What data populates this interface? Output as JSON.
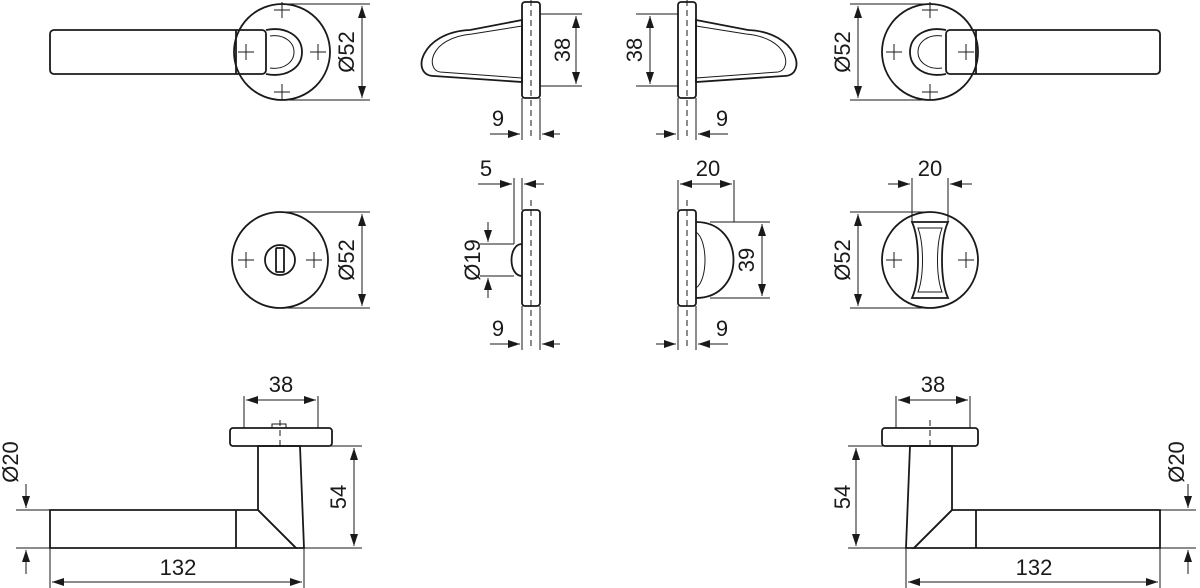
{
  "dimensions": {
    "rose_diameter_left": "Ø52",
    "lever_depth_left": "38",
    "rose_thickness_left": "9",
    "lever_depth_right": "38",
    "rose_thickness_right": "9",
    "rose_diameter_right": "Ø52",
    "thumbturn_rose_diameter": "Ø52",
    "indicator_stem": "5",
    "indicator_diameter": "Ø19",
    "indicator_rose_thickness": "9",
    "thumbturn_projection": "20",
    "thumbturn_height": "39",
    "thumbturn_rose_thickness": "9",
    "thumbturn_width": "20",
    "thumbturn_front_diameter": "Ø52",
    "bottom_left_top_width": "38",
    "bottom_left_grip_diameter": "Ø20",
    "bottom_left_height": "54",
    "bottom_left_length": "132",
    "bottom_right_top_width": "38",
    "bottom_right_height": "54",
    "bottom_right_grip_diameter": "Ø20",
    "bottom_right_length": "132"
  }
}
